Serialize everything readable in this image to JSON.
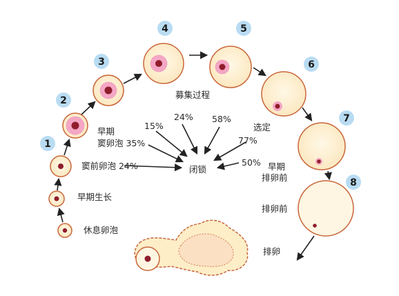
{
  "colors": {
    "step_circle": "#b9dcf3",
    "follicle_fill": "#fdf0d0",
    "follicle_outline": "#c9663a",
    "granulosa": "#f4a7c5",
    "oocyte": "#8f1d2c",
    "arrow": "#222222"
  },
  "steps": [
    "1",
    "2",
    "3",
    "4",
    "5",
    "6",
    "7",
    "8"
  ],
  "labels": {
    "resting": "休息卵泡",
    "early_growth": "早期生长",
    "preantral": "窦前卵泡 24%",
    "early_antral_line1": "早期",
    "early_antral_line2": "窦卵泡 35%",
    "recruitment": "募集过程",
    "selection": "选定",
    "early_preovulatory_line1": "早期",
    "early_preovulatory_line2": "排卵前",
    "preovulatory": "排卵前",
    "ovulation": "排卵",
    "atresia": "闭锁"
  },
  "atresia_rates": [
    "15%",
    "24%",
    "58%",
    "77%",
    "50%"
  ]
}
